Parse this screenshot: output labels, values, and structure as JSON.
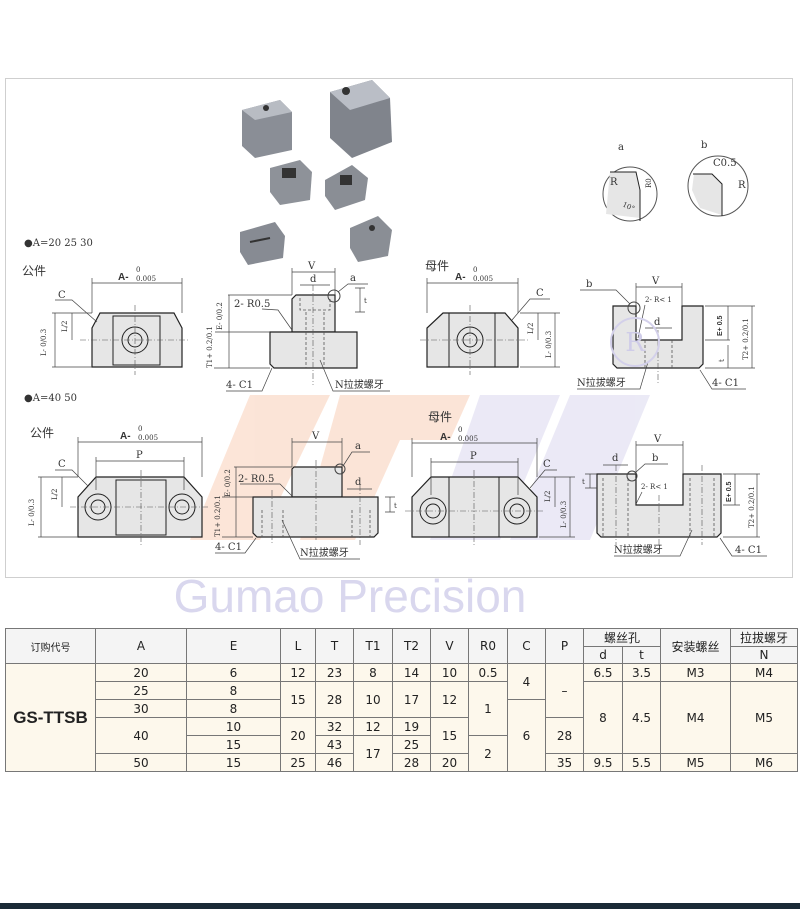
{
  "watermark": {
    "brand": "Gumao Precision",
    "logo": "GM",
    "registered": "R"
  },
  "drawing": {
    "group1_label": "●A=20  25   30",
    "group2_label": "●A=40  50",
    "male_label": "公件",
    "female_label": "母件",
    "dim_A": "A-",
    "tol_A_top": "0",
    "tol_A_bottom": "0.005",
    "dim_P": "P",
    "dim_C": "C",
    "dim_V": "V",
    "dim_d": "d",
    "dim_t": "t",
    "dim_L": "L- 0/0.3",
    "dim_L_half": "L/2",
    "dim_E_male": "E- 0/0.2",
    "dim_T1": "T1+ 0.2/0.1",
    "dim_E_female": "E+ 0.5",
    "dim_T2": "T2+ 0.2/0.1",
    "r_male": "2- R0.5",
    "r_female": "2- R< 1",
    "chamfer": "4- C1",
    "thread": "N拉拔螺牙",
    "detail_a": "a",
    "detail_b": "b",
    "detail_R": "R",
    "detail_R0": "R0",
    "detail_angle": "10°",
    "detail_C05": "C0.5"
  },
  "table": {
    "headers": {
      "model": "订购代号",
      "A": "A",
      "E": "E",
      "L": "L",
      "T": "T",
      "T1": "T1",
      "T2": "T2",
      "V": "V",
      "R0": "R0",
      "C": "C",
      "P": "P",
      "hole": "螺丝孔",
      "d": "d",
      "t": "t",
      "screw": "安装螺丝",
      "pull": "拉拔螺牙",
      "N": "N"
    },
    "model": "GS-TTSB",
    "A": [
      "20",
      "25",
      "30",
      "40",
      "50"
    ],
    "E": [
      "6",
      "8",
      "8",
      "10",
      "15",
      "15"
    ],
    "L": [
      "12",
      "15",
      "20",
      "25"
    ],
    "T": [
      "23",
      "28",
      "32",
      "43",
      "46"
    ],
    "T1": [
      "8",
      "10",
      "12",
      "17"
    ],
    "T2": [
      "14",
      "17",
      "19",
      "25",
      "28"
    ],
    "V": [
      "10",
      "12",
      "15",
      "20"
    ],
    "R0": [
      "0.5",
      "1",
      "2"
    ],
    "C": [
      "4",
      "6"
    ],
    "P": [
      "–",
      "28",
      "35"
    ],
    "d": [
      "6.5",
      "8",
      "9.5"
    ],
    "t": [
      "3.5",
      "4.5",
      "5.5"
    ],
    "screw": [
      "M3",
      "M4",
      "M5"
    ],
    "N": [
      "M4",
      "M5",
      "M6"
    ]
  }
}
